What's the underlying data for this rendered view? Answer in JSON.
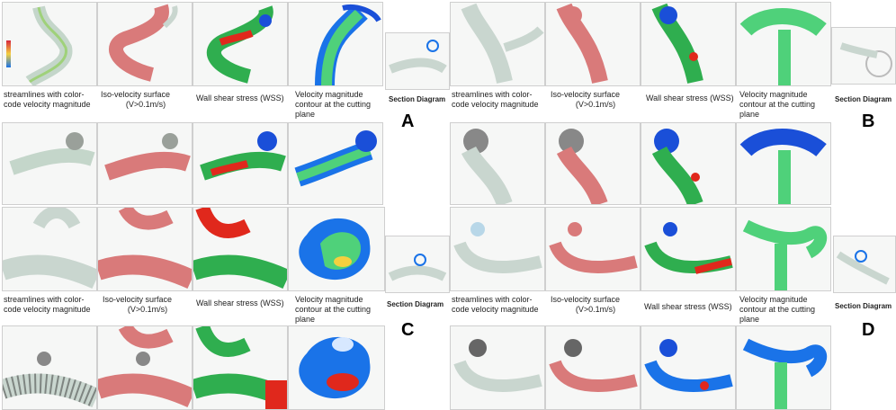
{
  "captions": {
    "streamlines": "streamlines with color-code velocity magnitude",
    "iso_title": "Iso-velocity surface",
    "iso_sub": "(V>0.1m/s)",
    "wss": "Wall shear stress (WSS)",
    "velocity_contour": "Velocity magnitude contour at the cutting plane",
    "section": "Section Diagram"
  },
  "panel_letters": [
    "A",
    "B",
    "C",
    "D"
  ],
  "colors": {
    "vessel_pink": "#d97a7a",
    "vessel_glass": "#c9d6cf",
    "contour_blue": "#1a73e8",
    "contour_green": "#4fd17a",
    "wss_red": "#e0281c"
  }
}
